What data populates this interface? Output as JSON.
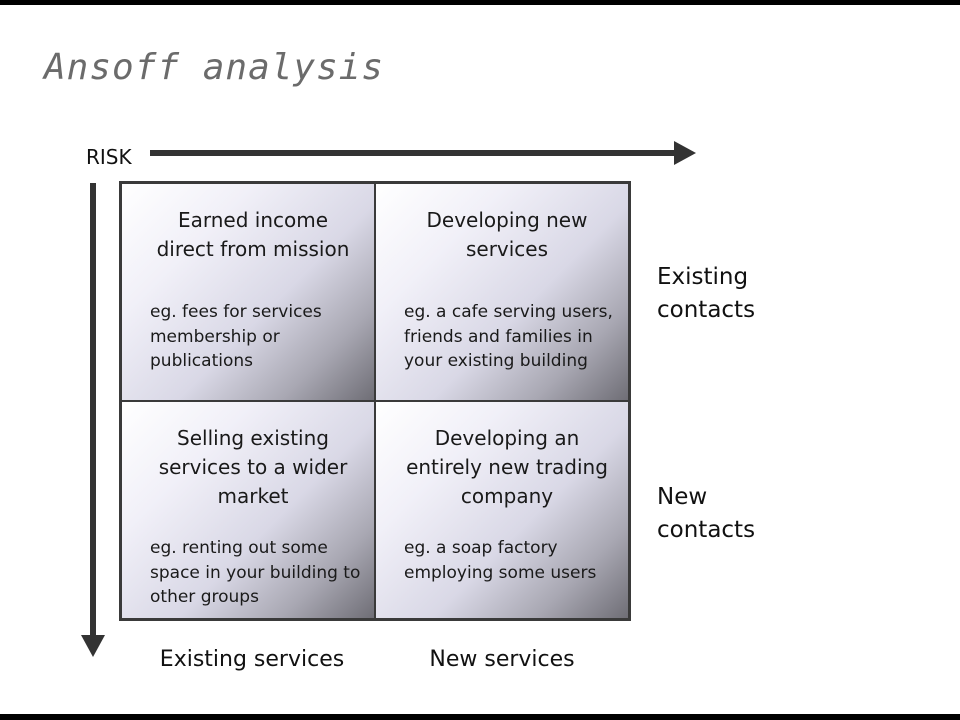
{
  "title": "Ansoff analysis",
  "risk_label": "RISK",
  "cells": {
    "top_left": {
      "heading": "Earned income direct from mission",
      "example": "eg. fees for services membership or publications"
    },
    "top_right": {
      "heading": "Developing new services",
      "example": "eg. a cafe serving users, friends and families in your existing building"
    },
    "bottom_left": {
      "heading": "Selling existing services to a wider market",
      "example": "eg. renting out some space in your building to other groups"
    },
    "bottom_right": {
      "heading": "Developing an entirely new trading company",
      "example": "eg. a soap factory employing some users"
    }
  },
  "row_labels": {
    "top": "Existing contacts",
    "bottom": "New contacts"
  },
  "col_labels": {
    "left": "Existing services",
    "right": "New services"
  }
}
